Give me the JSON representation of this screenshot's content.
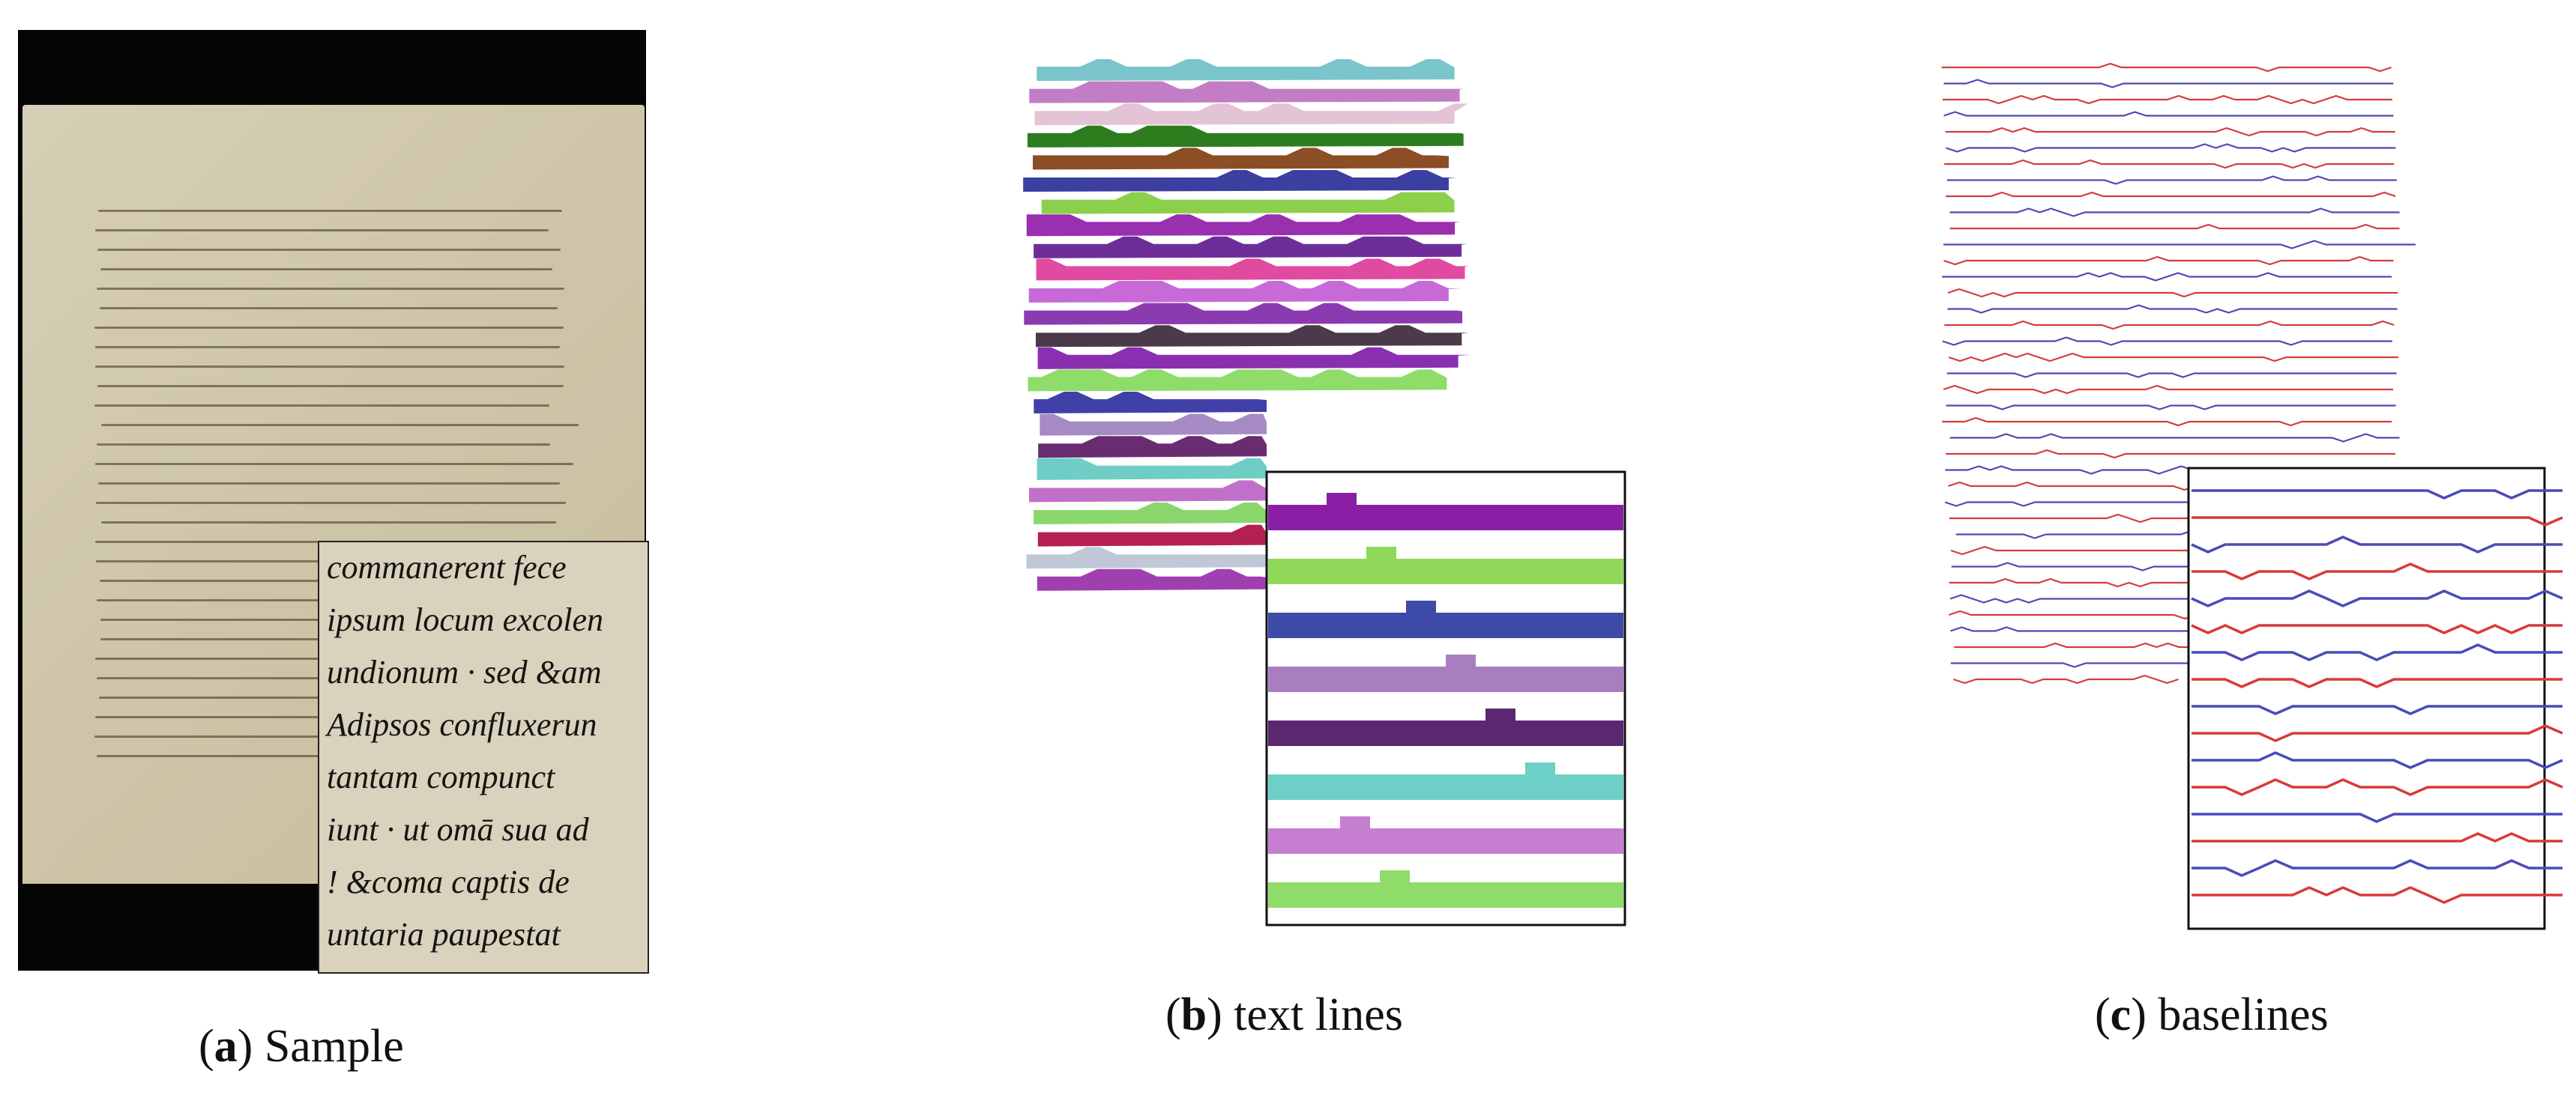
{
  "captions": {
    "a": {
      "letter": "a",
      "text": "Sample"
    },
    "b": {
      "letter": "b",
      "text": "text lines"
    },
    "c": {
      "letter": "c",
      "text": "baselines"
    }
  },
  "sample_zoom_lines": [
    "commanerent fece",
    "ipsum locum excolen",
    "undionum · sed &am",
    "Adipsos confluxerun",
    "tantam compunct",
    "iunt · ut omā sua ad",
    "! &coma captis de",
    "untaria paupestat"
  ],
  "textline_colors": [
    "#7ac4cc",
    "#c27dc4",
    "#e3c4d6",
    "#2d7d1e",
    "#8c4e24",
    "#3b3fa0",
    "#8ccf4a",
    "#9a2fb0",
    "#6d2e9a",
    "#e04aa0",
    "#c76ad8",
    "#8b3ab0",
    "#4a3a4a",
    "#8a2fb0",
    "#8fdc6a",
    "#4040a8",
    "#a68ac4",
    "#6a2c70",
    "#6ecec6",
    "#c070c8",
    "#8bd66c",
    "#b42050",
    "#c0c8d8",
    "#a040b0"
  ],
  "zoom_textline_colors": [
    "#8a1fa6",
    "#8fd85a",
    "#3d4aa8",
    "#a97ec0",
    "#5a2770",
    "#6dd0c6",
    "#c57ed0",
    "#8fdc6a"
  ],
  "baseline_colors": {
    "odd": "#d83a3a",
    "even": "#4a4ab8"
  }
}
